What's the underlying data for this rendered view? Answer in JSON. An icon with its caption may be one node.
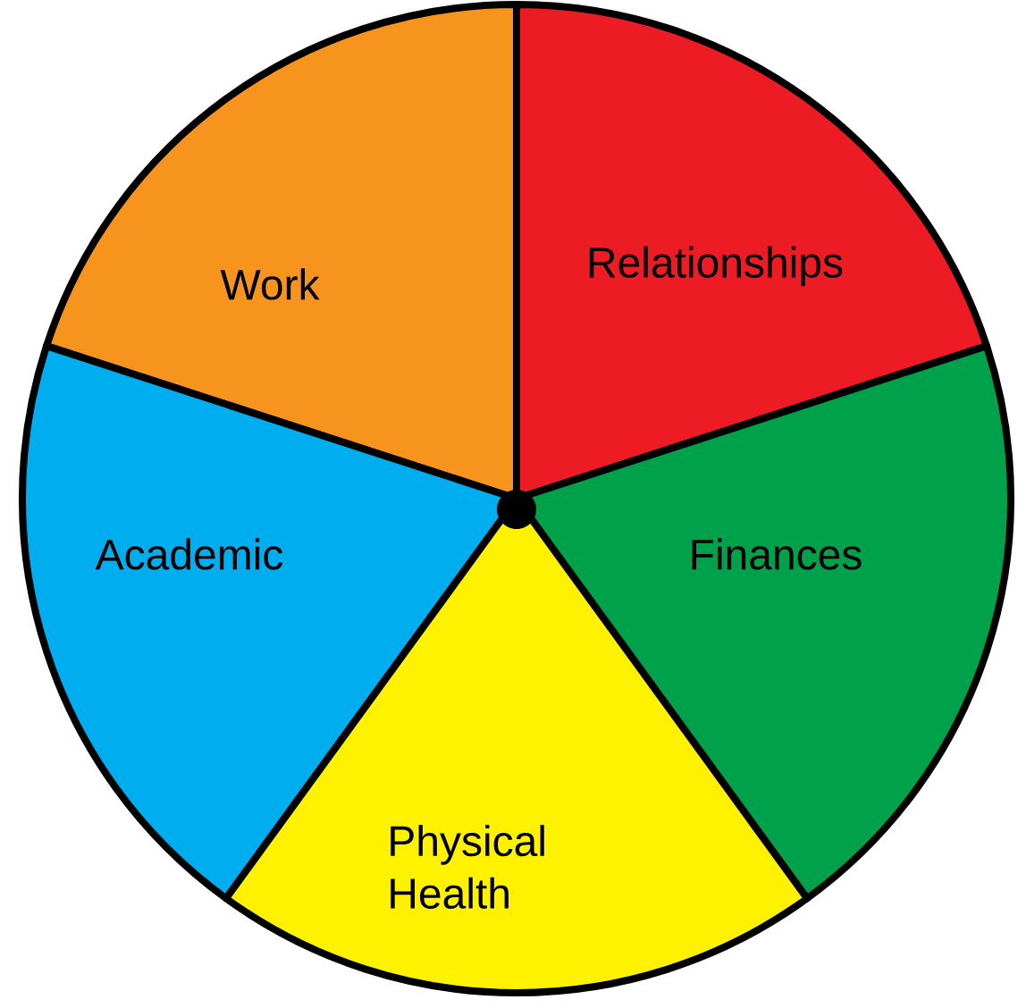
{
  "diagram": {
    "nodes": [
      {
        "text": [
          "Work"
        ]
      },
      {
        "text": [
          "Relationships"
        ]
      },
      {
        "text": [
          "Academic"
        ]
      },
      {
        "text": [
          "Finances"
        ]
      },
      {
        "text": [
          "Physical Health"
        ]
      }
    ]
  }
}
